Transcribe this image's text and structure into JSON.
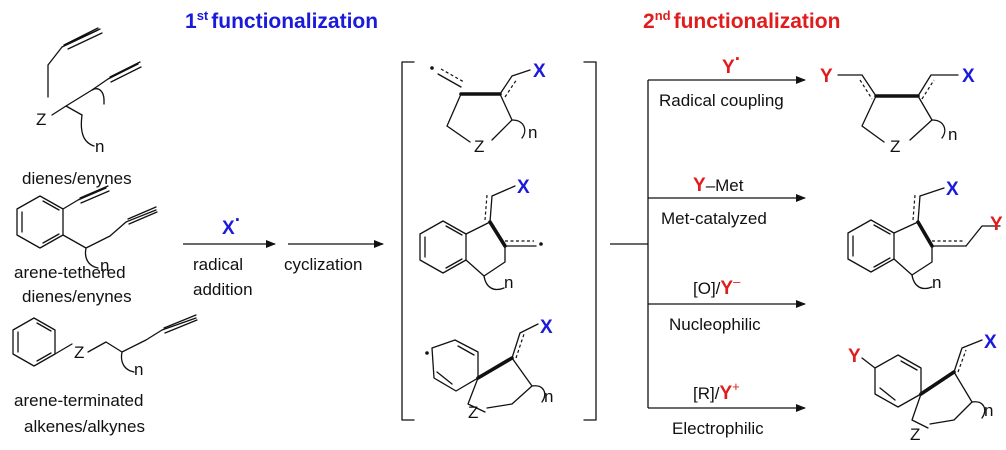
{
  "colors": {
    "blue": "#1a1adb",
    "red": "#e11c1c",
    "ink": "#111111"
  },
  "headers": {
    "first_ord": "1",
    "first_sup": "st",
    "first_text": "functionalization",
    "second_ord": "2",
    "second_sup": "nd",
    "second_text": "functionalization"
  },
  "substrates": {
    "dienes_label": "dienes/enynes",
    "arene_tethered_line1": "arene-tethered",
    "arene_tethered_line2": "dienes/enynes",
    "arene_terminated_line1": "arene-terminated",
    "arene_terminated_line2": "alkenes/alkynes"
  },
  "atoms": {
    "Z": "Z",
    "n": "n",
    "X": "X",
    "Y": "Y"
  },
  "step1": {
    "reagent_X": "X",
    "radical_dot": "·",
    "line1": "radical",
    "line2": "addition",
    "cyclization": "cyclization"
  },
  "step2": {
    "radical_coupling": {
      "reagent": "Y",
      "dot": "·",
      "label": "Radical coupling"
    },
    "met_catalyzed": {
      "reagent_Y": "Y",
      "reagent_rest": "–Met",
      "label": "Met-catalyzed"
    },
    "nucleophilic": {
      "reagent_pre": "[O]/",
      "reagent_Y": "Y",
      "reagent_charge": "–",
      "label": "Nucleophilic"
    },
    "electrophilic": {
      "reagent_pre": "[R]/",
      "reagent_Y": "Y",
      "reagent_charge": "+",
      "label": "Electrophilic"
    }
  }
}
